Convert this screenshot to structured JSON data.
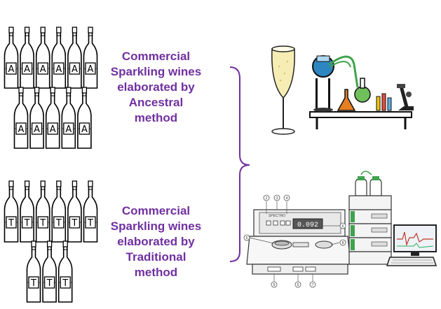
{
  "captions": {
    "ancestral": [
      "Commercial",
      "Sparkling wines",
      "elaborated by",
      "Ancestral",
      "method"
    ],
    "traditional": [
      "Commercial",
      "Sparkling wines",
      "elaborated by",
      "Traditional",
      "method"
    ]
  },
  "bottle_groups": {
    "ancestral": {
      "letter": "A",
      "rows": [
        6,
        5
      ]
    },
    "traditional": {
      "letter": "T",
      "rows": [
        6,
        3
      ]
    }
  },
  "instrument": {
    "panel_label": "SPECTRO",
    "display_value": "0.092",
    "callouts": [
      "2",
      "3",
      "4",
      "5",
      "6",
      "8",
      "9",
      "6",
      "7"
    ]
  },
  "colors": {
    "caption": "#7030a0",
    "bracket": "#7030a0",
    "outline": "#000000",
    "instrument_accent": "#3fa34d",
    "flask_blue": "#2e86c1",
    "flask_orange": "#e67e22"
  }
}
